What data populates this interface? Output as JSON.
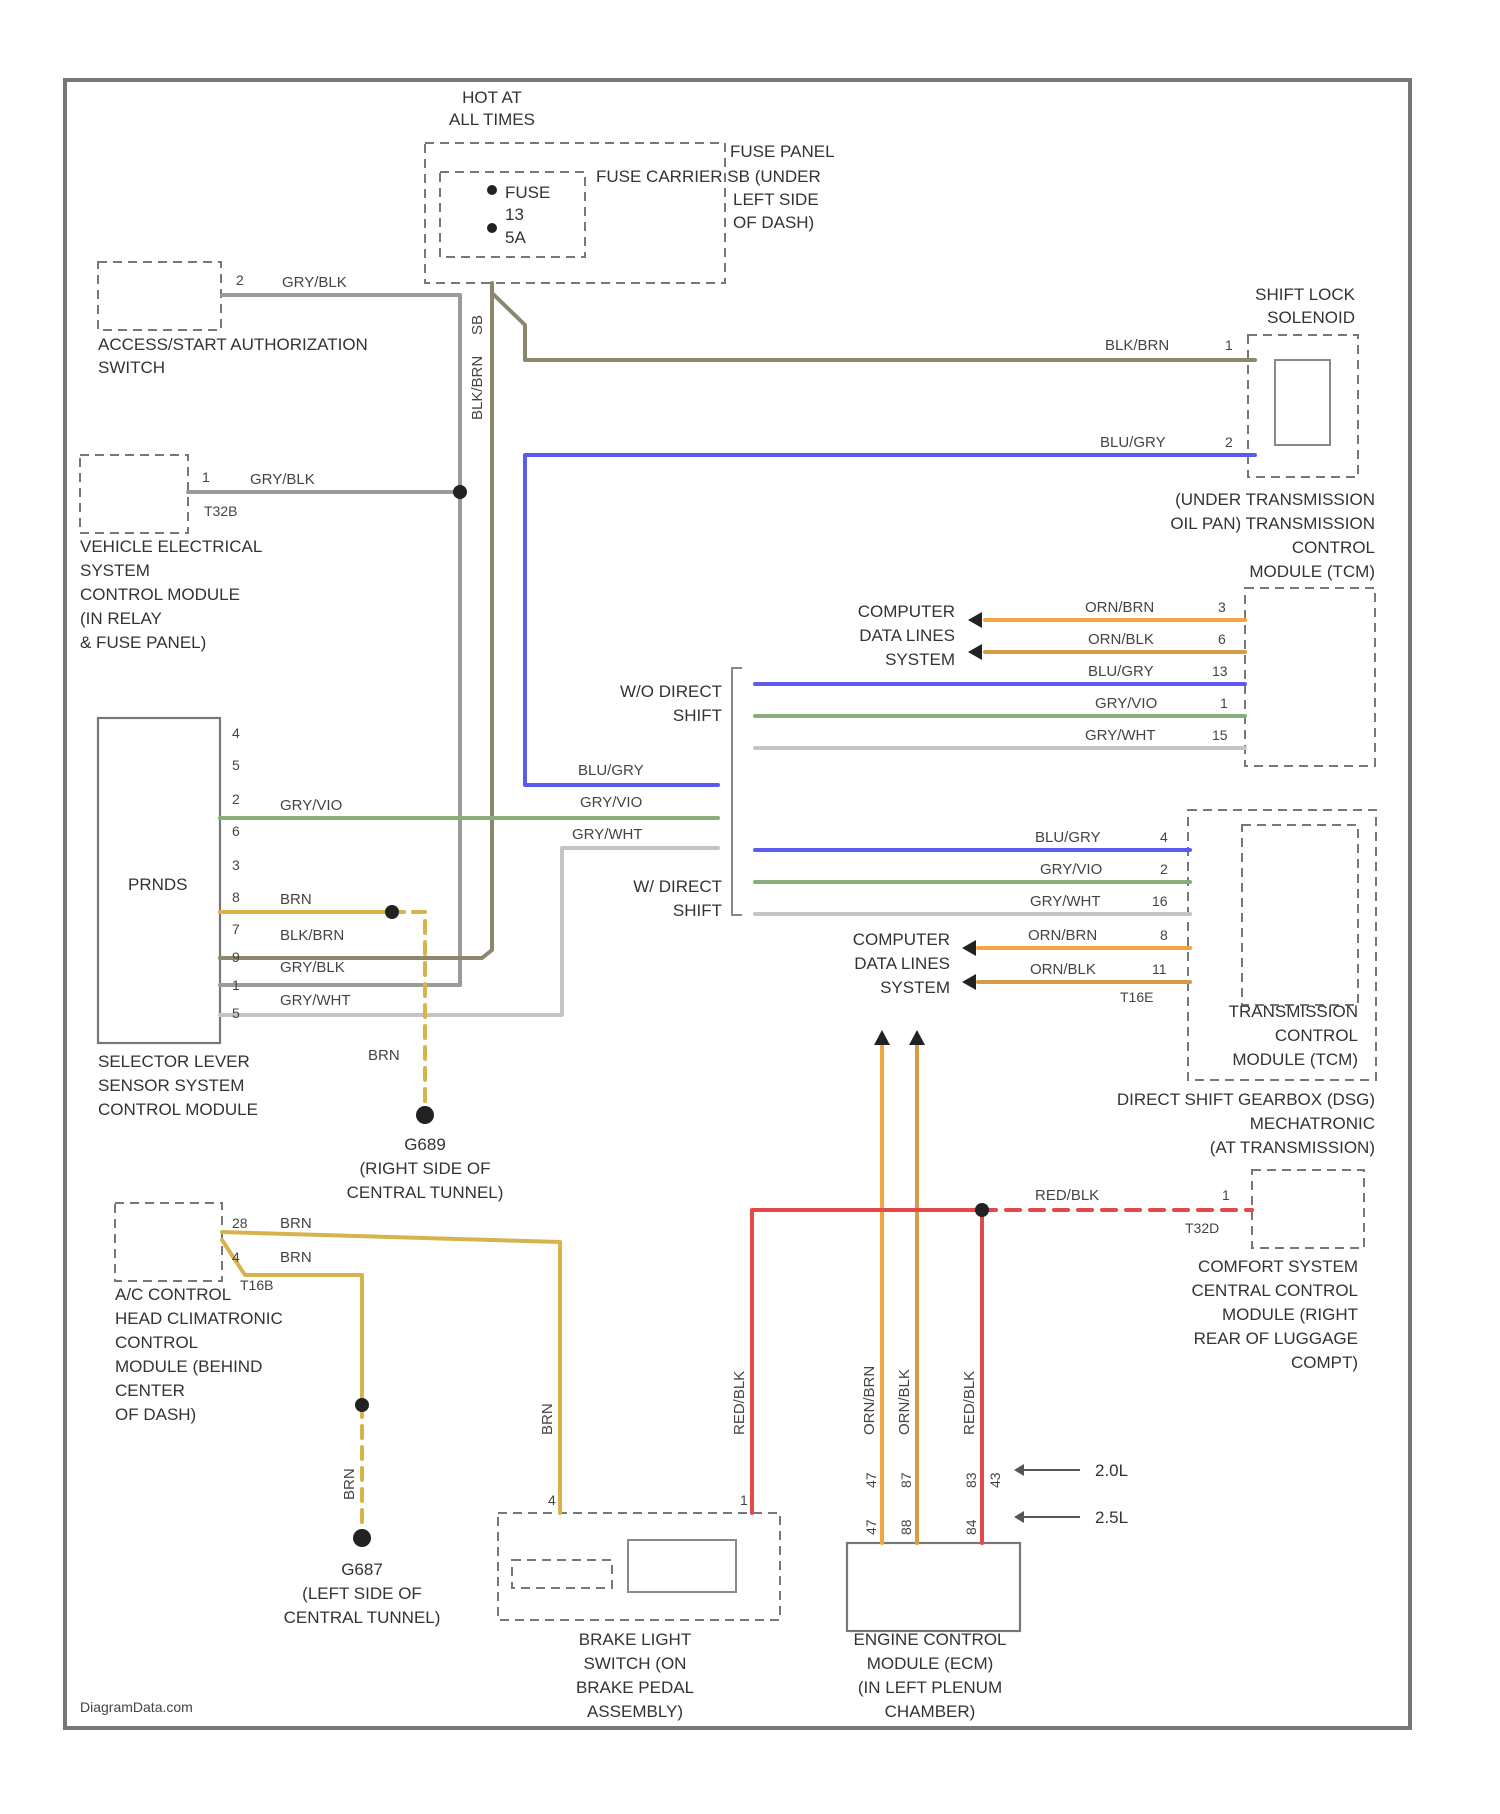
{
  "colors": {
    "gry_blk": "#9a9a9a",
    "blk_brn": "#8a876a",
    "blu_gry": "#5b5bef",
    "orn_brn": "#f2a640",
    "orn_blk": "#d79a45",
    "gry_vio": "#8aae7a",
    "gry_wht": "#c4c4c4",
    "brn": "#d8b24a",
    "red_blk": "#e24a4a",
    "frame": "#777777"
  },
  "labels": {
    "hot": [
      "HOT AT",
      "ALL TIMES"
    ],
    "fuse_panel": [
      "FUSE PANEL",
      "FUSE CARRIER SB (UNDER",
      "LEFT SIDE",
      "OF DASH)"
    ],
    "fuse": [
      "FUSE",
      "13",
      "5A"
    ],
    "access": [
      "ACCESS/START AUTHORIZATION",
      "SWITCH"
    ],
    "vehicle": [
      "VEHICLE ELECTRICAL",
      "SYSTEM",
      "CONTROL MODULE",
      "(IN RELAY",
      "& FUSE PANEL)"
    ],
    "t32b": "T32B",
    "prnds": "PRNDS",
    "selector": [
      "SELECTOR LEVER",
      "SENSOR SYSTEM",
      "CONTROL MODULE"
    ],
    "g_right": [
      "G689",
      "(RIGHT SIDE OF",
      "CENTRAL TUNNEL)"
    ],
    "shift_lock": [
      "SHIFT LOCK",
      "SOLENOID"
    ],
    "under_trans": [
      "(UNDER TRANSMISSION",
      "OIL PAN) TRANSMISSION",
      "CONTROL",
      "MODULE (TCM)"
    ],
    "computer": [
      "COMPUTER",
      "DATA LINES",
      "SYSTEM"
    ],
    "wo_dsg": [
      "W/O DIRECT",
      "SHIFT"
    ],
    "w_dsg": [
      "W/ DIRECT",
      "SHIFT"
    ],
    "t16e": "T16E",
    "tcm2": [
      "TRANSMISSION",
      "CONTROL",
      "MODULE (TCM)"
    ],
    "dsg": [
      "DIRECT SHIFT GEARBOX (DSG)",
      "MECHATRONIC",
      "(AT TRANSMISSION)"
    ],
    "t32d": "T32D",
    "comfort": [
      "COMFORT SYSTEM",
      "CENTRAL CONTROL",
      "MODULE (RIGHT",
      "REAR OF LUGGAGE",
      "COMPT)"
    ],
    "ac": [
      "A/C CONTROL",
      "HEAD CLIMATRONIC",
      "CONTROL",
      "MODULE (BEHIND",
      "CENTER",
      "OF DASH)"
    ],
    "t16b": "T16B",
    "g_left": [
      "G687",
      "(LEFT SIDE OF",
      "CENTRAL TUNNEL)"
    ],
    "brake": [
      "BRAKE LIGHT",
      "SWITCH (ON",
      "BRAKE PEDAL",
      "ASSEMBLY)"
    ],
    "ecm": [
      "ENGINE CONTROL",
      "MODULE (ECM)",
      "(IN LEFT PLENUM",
      "CHAMBER)"
    ],
    "eng_a": "2.0L",
    "eng_b": "2.5L",
    "credit": "DiagramData.com"
  },
  "wires": {
    "gry_blk": "GRY/BLK",
    "blk_brn": "BLK/BRN",
    "blu_gry": "BLU/GRY",
    "orn_brn": "ORN/BRN",
    "orn_blk": "ORN/BLK",
    "gry_vio": "GRY/VIO",
    "gry_wht": "GRY/WHT",
    "brn": "BRN",
    "red_blk": "RED/BLK",
    "sb": "SB"
  },
  "pins": {
    "access": "2",
    "vehicle": "1",
    "shift1": "1",
    "shift2": "2",
    "tcm1": [
      "3",
      "6",
      "13",
      "1",
      "15"
    ],
    "tcm2": [
      "4",
      "2",
      "16",
      "8",
      "11"
    ],
    "prnds": [
      "4",
      "5",
      "2",
      "6",
      "3",
      "8",
      "7",
      "9",
      "1",
      "5"
    ],
    "comfort": "1",
    "ac": [
      "28",
      "4"
    ],
    "brake": [
      "4",
      "1"
    ],
    "ecm_a": [
      "47",
      "87",
      "83"
    ],
    "ecm_b": [
      "47",
      "88",
      "84"
    ],
    "ecm_c": "43"
  }
}
